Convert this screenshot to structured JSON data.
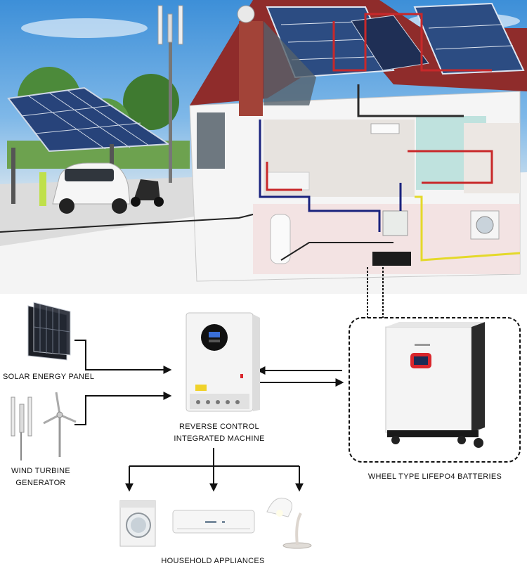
{
  "labels": {
    "solar_panel": "SOLAR ENERGY PANEL",
    "wind_line1": "WIND TURBINE",
    "wind_line2": "GENERATOR",
    "machine_line1": "REVERSE CONTROL",
    "machine_line2": "INTEGRATED MACHINE",
    "batteries": "WHEEL TYPE LIFEPO4 BATTERIES",
    "appliances": "HOUSEHOLD APPLIANCES"
  },
  "colors": {
    "ac_line": "#c8282a",
    "dc_line": "#1a237e",
    "neutral_line": "#e4d92a",
    "battery_accent": "#d9262c"
  },
  "icons": [
    "solar-panel-icon",
    "wind-turbine-icon",
    "inverter-icon",
    "battery-icon",
    "washing-machine-icon",
    "air-conditioner-icon",
    "lamp-icon"
  ]
}
